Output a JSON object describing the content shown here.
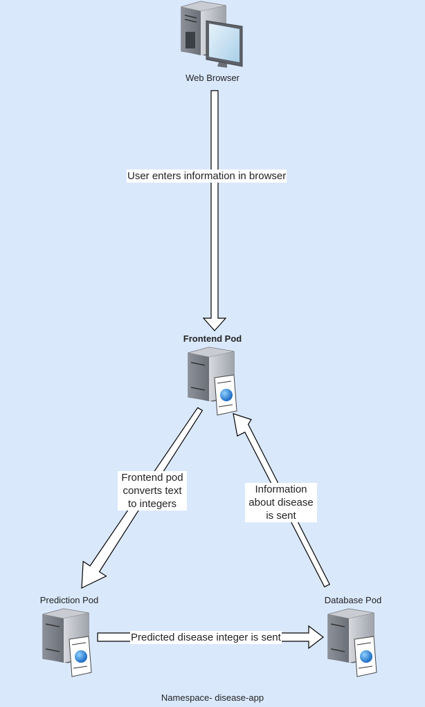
{
  "nodes": {
    "browser": {
      "label": "Web Browser",
      "icon": "web-browser-icon"
    },
    "frontend": {
      "label": "Frontend Pod",
      "icon": "web-server-icon"
    },
    "prediction": {
      "label": "Prediction Pod",
      "icon": "web-server-icon"
    },
    "database": {
      "label": "Database Pod",
      "icon": "web-server-icon"
    }
  },
  "edges": {
    "browser_to_frontend": "User enters information in browser",
    "frontend_to_prediction": "Frontend pod\nconverts text\nto integers",
    "database_to_frontend": "Information\nabout disease\nis sent",
    "prediction_to_database": "Predicted disease integer is sent"
  },
  "footer": {
    "namespace": "Namespace- disease-app"
  },
  "colors": {
    "background": "#dae8fc",
    "arrow_stroke": "#000000",
    "arrow_fill": "#ffffff",
    "server_body": "#b8bcc4",
    "globe": "#1e88e5"
  }
}
